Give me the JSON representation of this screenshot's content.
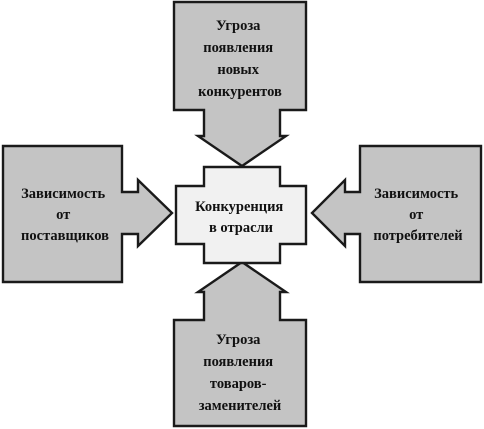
{
  "top": {
    "lines": [
      "Угроза",
      "появления",
      "новых",
      "конкурентов"
    ]
  },
  "left": {
    "lines": [
      "Зависимость",
      "от",
      "поставщиков"
    ]
  },
  "right": {
    "lines": [
      "Зависимость",
      "от",
      "потребителей"
    ]
  },
  "bottom": {
    "lines": [
      "Угроза",
      "появления",
      "товаров-",
      "заменителей"
    ]
  },
  "center": {
    "lines": [
      "Конкуренция",
      "в отрасли"
    ]
  }
}
